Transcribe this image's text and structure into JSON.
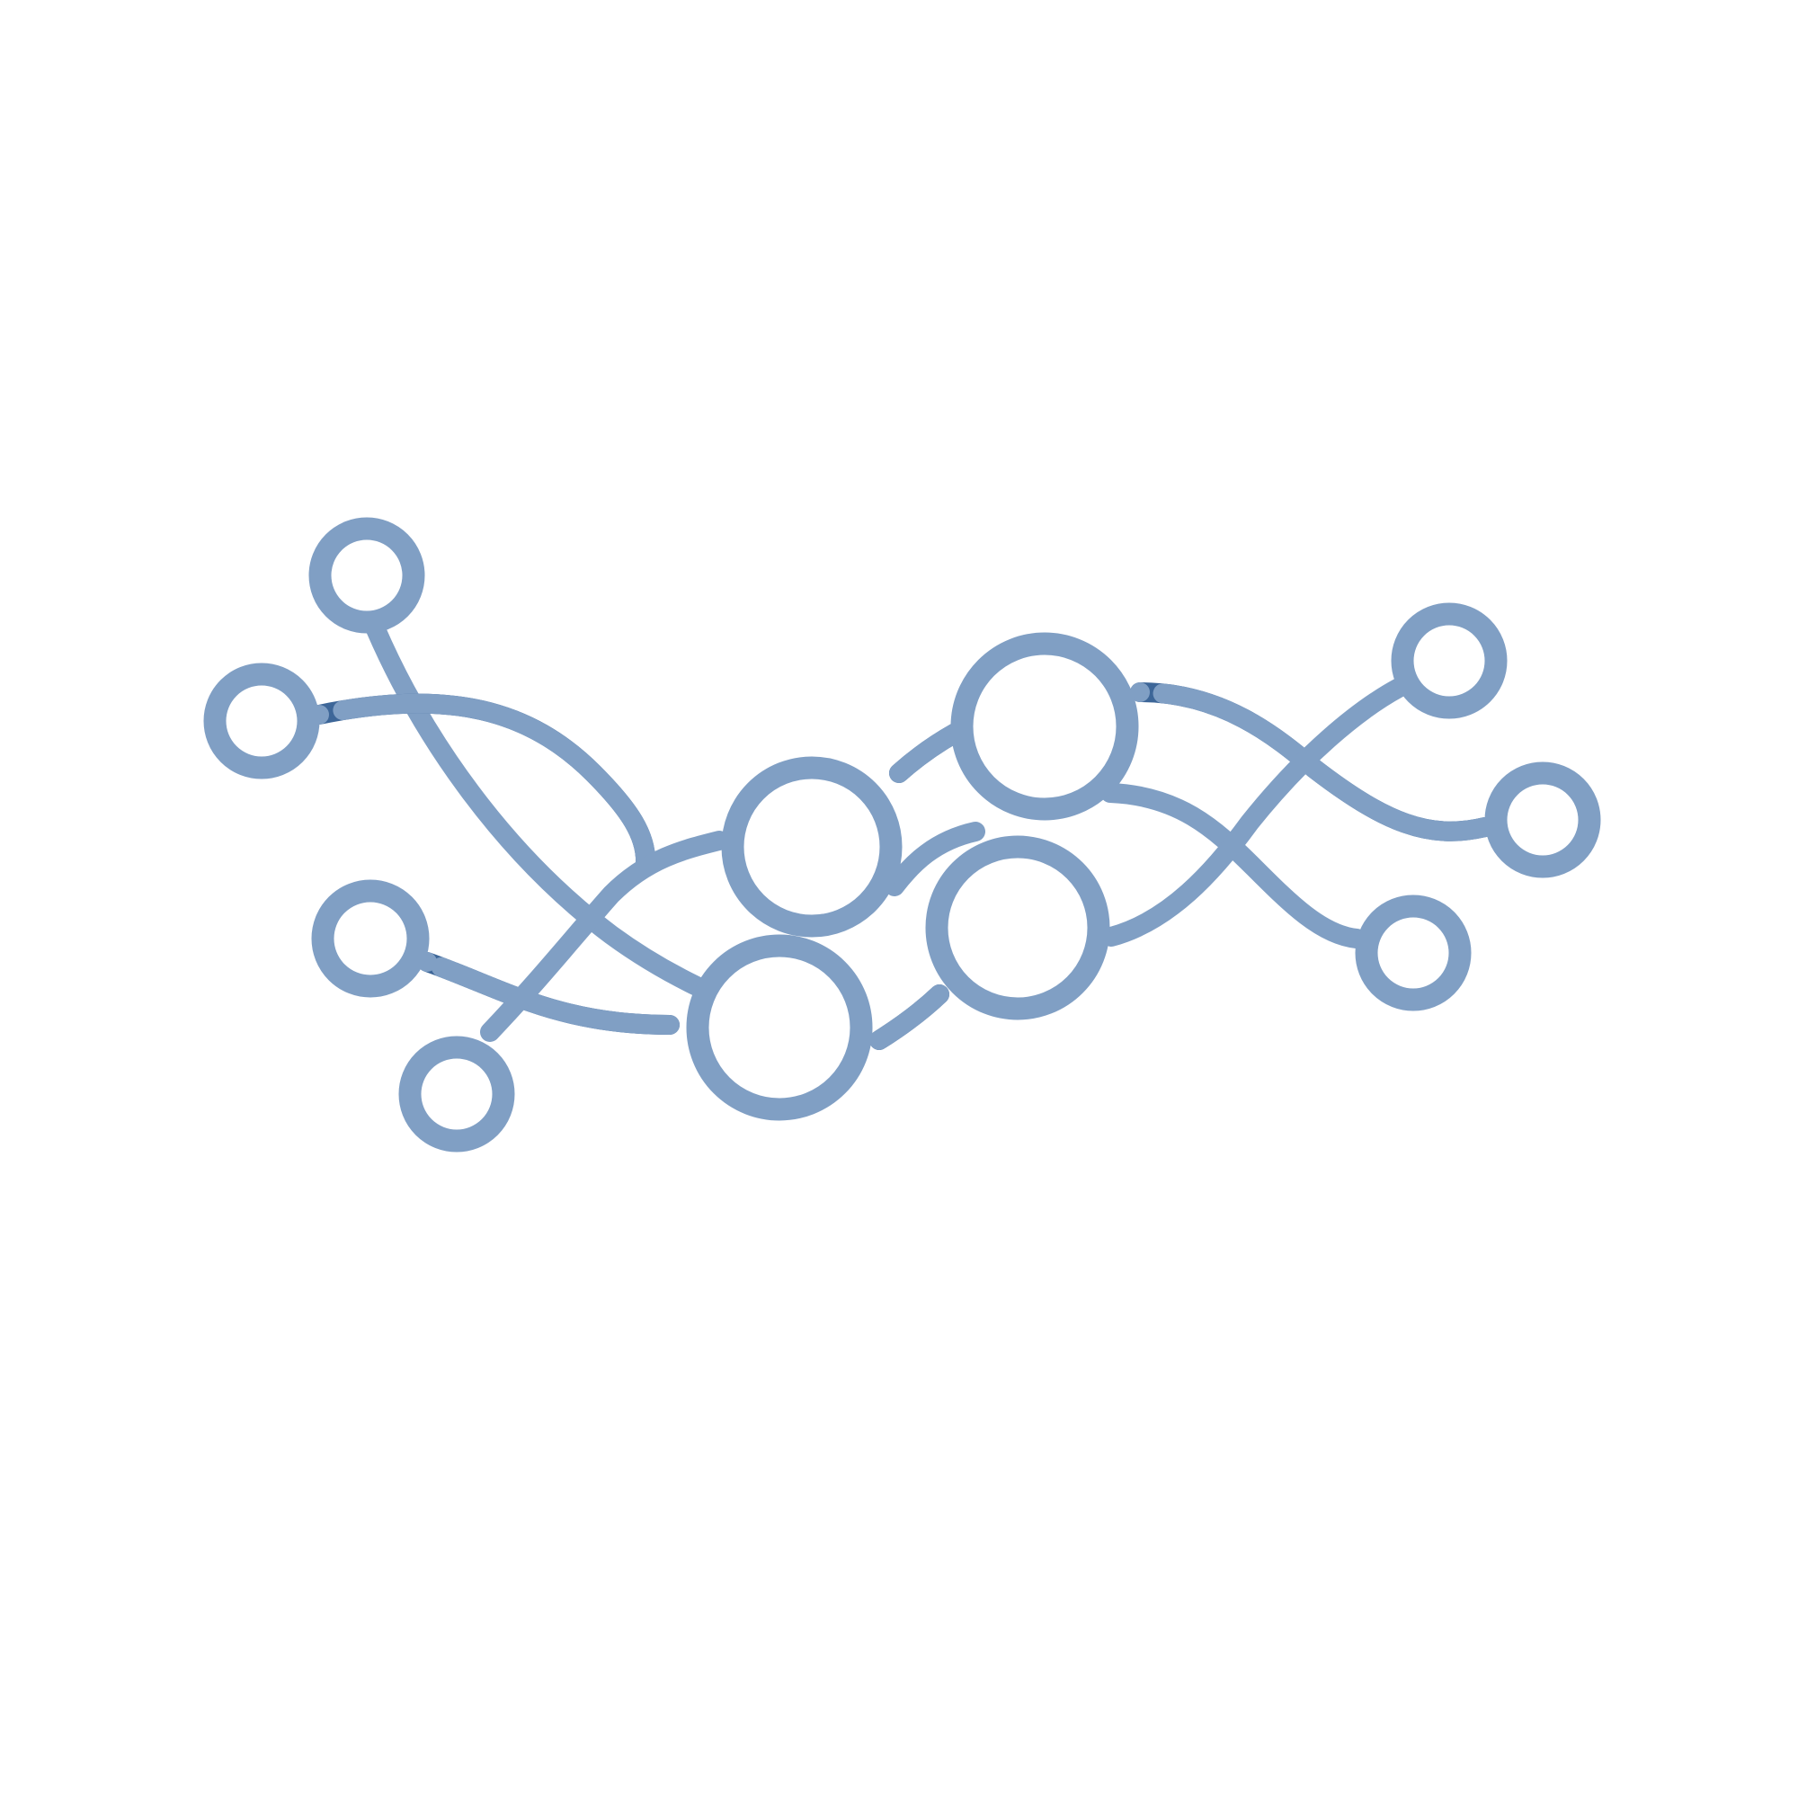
{
  "diagram": {
    "type": "network",
    "colors": {
      "background": "#ffffff",
      "node_stroke": "#809fc4",
      "edge": "#809fc4",
      "edge_highlight": "#3d6698"
    },
    "nodes": [
      {
        "id": "hub-top",
        "role": "hub"
      },
      {
        "id": "hub-upper-center",
        "role": "hub"
      },
      {
        "id": "hub-lower-right",
        "role": "hub"
      },
      {
        "id": "hub-lower-center",
        "role": "hub"
      },
      {
        "id": "leaf-top-left",
        "role": "leaf"
      },
      {
        "id": "leaf-left",
        "role": "leaf"
      },
      {
        "id": "leaf-mid-left",
        "role": "leaf"
      },
      {
        "id": "leaf-bottom-left",
        "role": "leaf"
      },
      {
        "id": "leaf-top-right",
        "role": "leaf"
      },
      {
        "id": "leaf-right",
        "role": "leaf"
      },
      {
        "id": "leaf-bottom-right",
        "role": "leaf"
      }
    ],
    "edges": [
      {
        "from": "leaf-top-left",
        "to": "hub-lower-center",
        "highlight": false
      },
      {
        "from": "leaf-left",
        "to": "hub-upper-center",
        "highlight": true
      },
      {
        "from": "leaf-mid-left",
        "to": "hub-lower-center",
        "highlight": true
      },
      {
        "from": "leaf-bottom-left",
        "to": "hub-upper-center",
        "highlight": false
      },
      {
        "from": "hub-upper-center",
        "to": "hub-top",
        "highlight": true
      },
      {
        "from": "hub-upper-center",
        "to": "hub-lower-right",
        "highlight": false
      },
      {
        "from": "hub-lower-center",
        "to": "hub-lower-right",
        "highlight": true
      },
      {
        "from": "hub-top",
        "to": "leaf-right",
        "highlight": true
      },
      {
        "from": "hub-top",
        "to": "leaf-bottom-right",
        "highlight": false
      },
      {
        "from": "hub-lower-right",
        "to": "leaf-top-right",
        "highlight": false
      }
    ]
  }
}
